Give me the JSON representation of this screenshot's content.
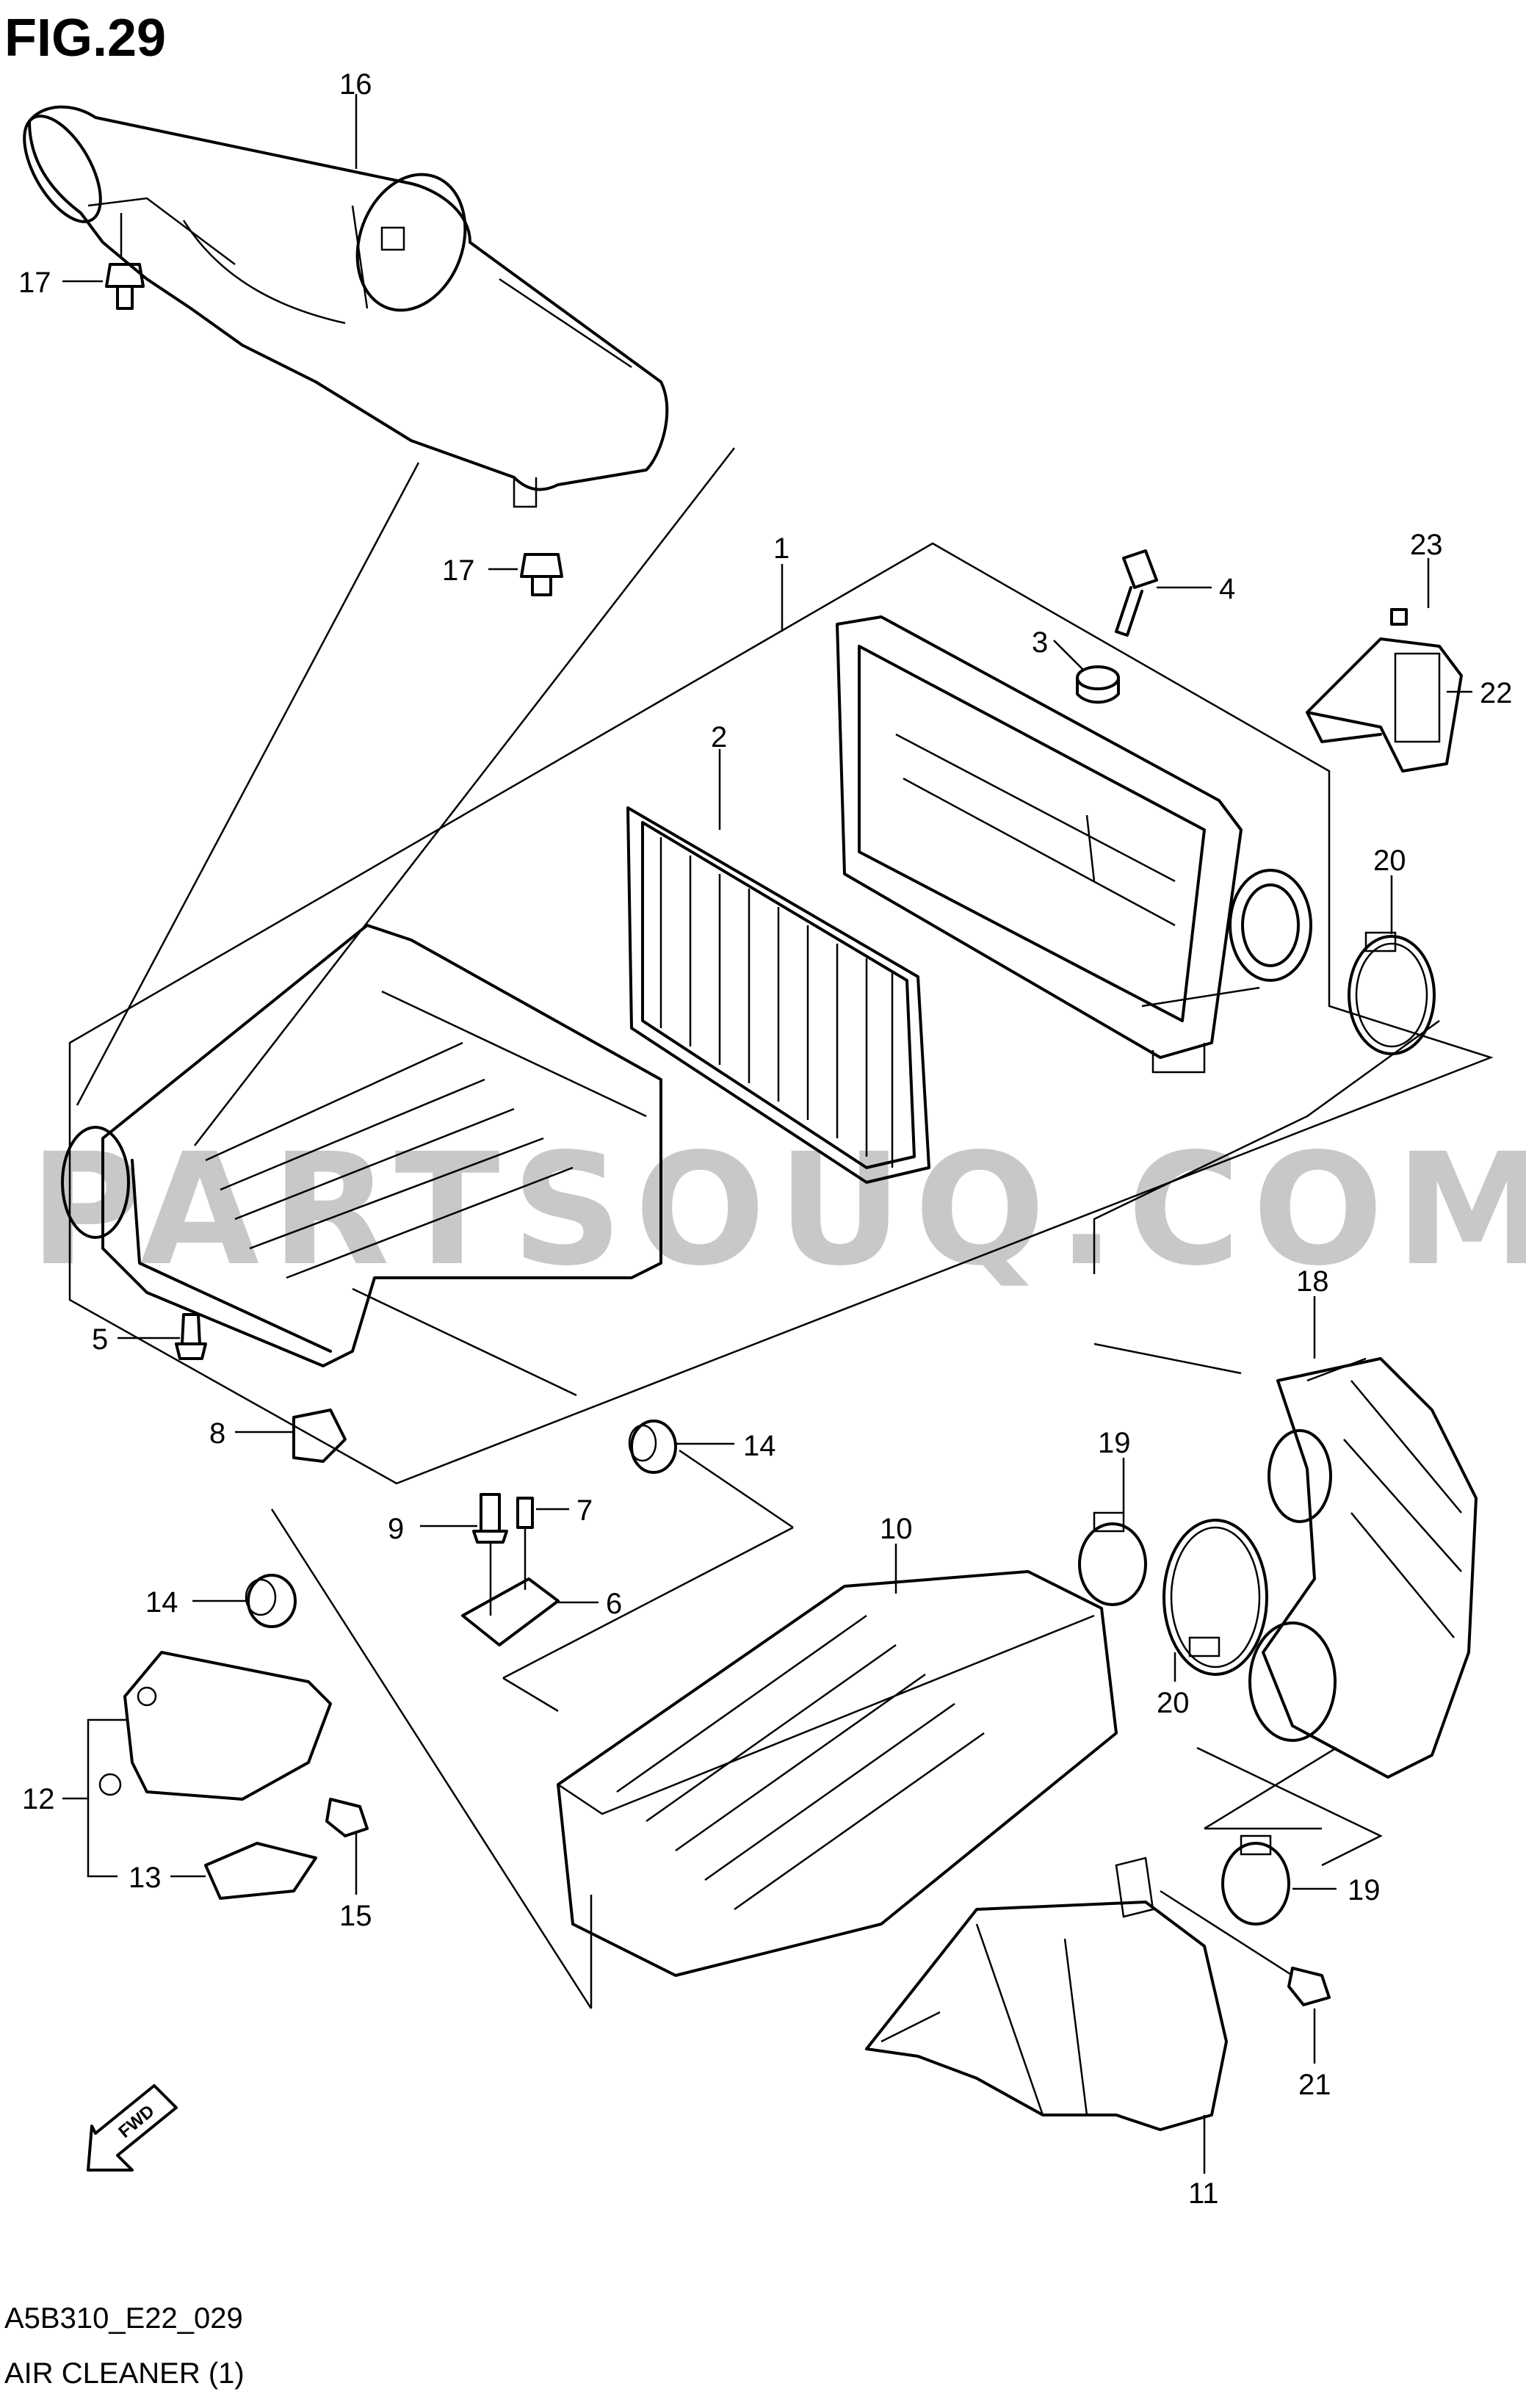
{
  "figure": {
    "title": "FIG.29",
    "code": "A5B310_E22_029",
    "caption": "AIR CLEANER (1)",
    "watermark": "PARTSOUQ.COM",
    "fwd_label": "FWD"
  },
  "callouts": {
    "c1": "1",
    "c2": "2",
    "c3": "3",
    "c4": "4",
    "c5": "5",
    "c6": "6",
    "c7": "7",
    "c8": "8",
    "c9": "9",
    "c10": "10",
    "c11": "11",
    "c12": "12",
    "c13": "13",
    "c14a": "14",
    "c14b": "14",
    "c15": "15",
    "c16": "16",
    "c17a": "17",
    "c17b": "17",
    "c18": "18",
    "c19a": "19",
    "c19b": "19",
    "c20a": "20",
    "c20b": "20",
    "c21": "21",
    "c22": "22",
    "c23": "23"
  },
  "colors": {
    "line": "#000000",
    "watermark": "#c8c8c8",
    "background": "#ffffff"
  }
}
